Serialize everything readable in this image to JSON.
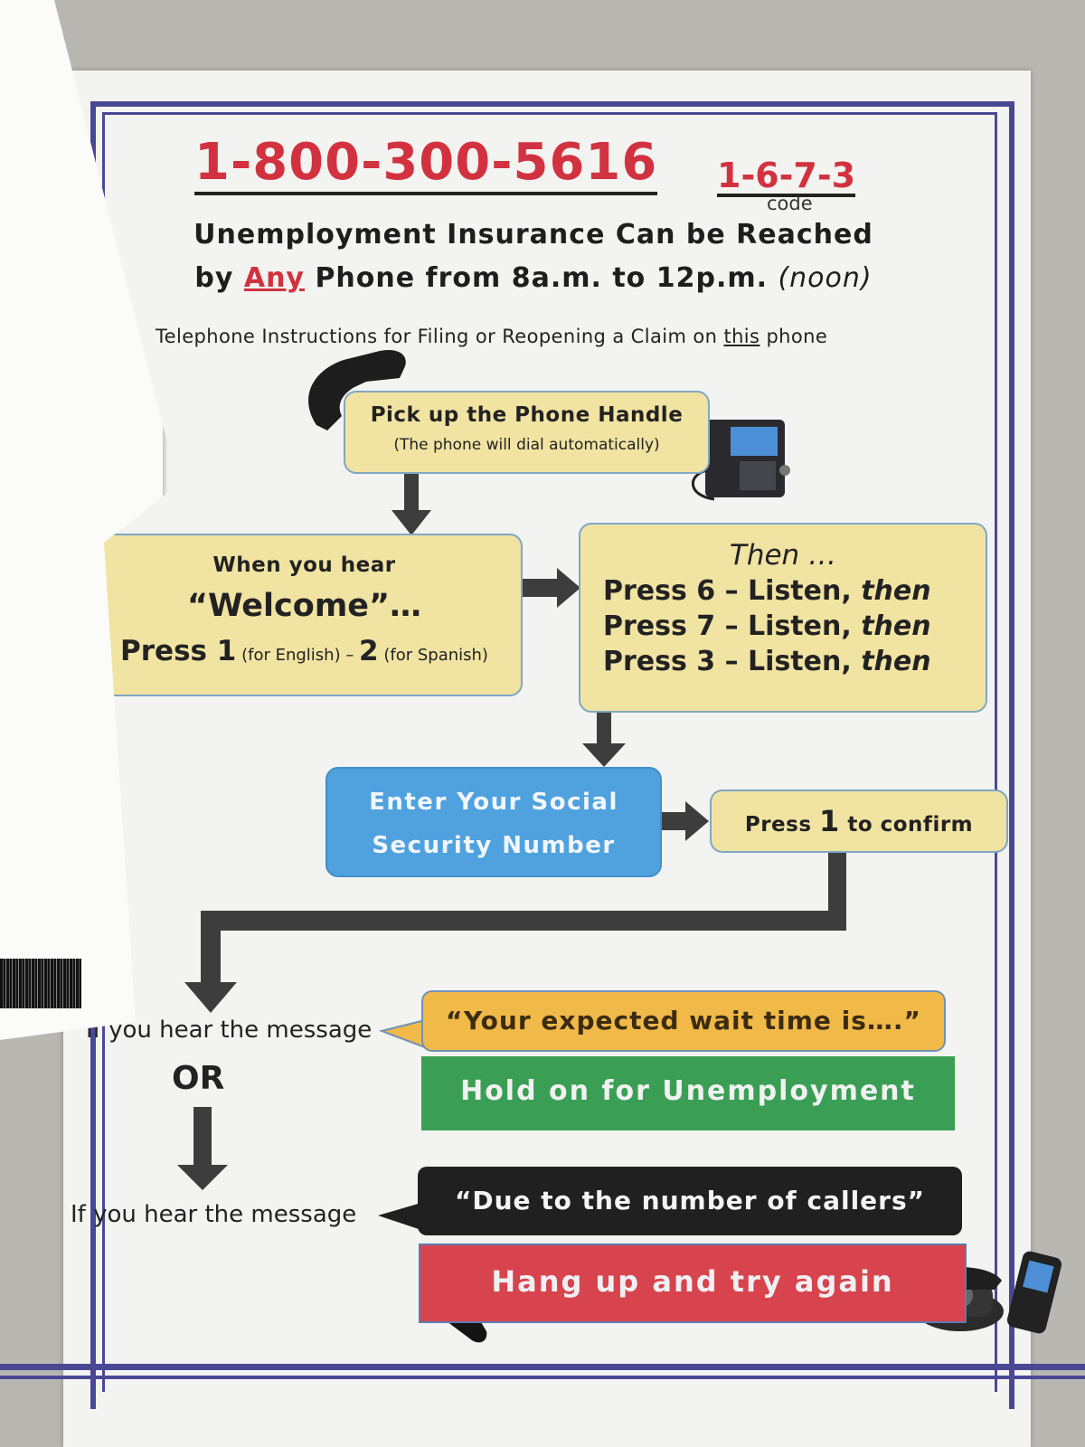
{
  "header": {
    "phone_number": "1-800-300-5616",
    "code_number": "1-6-7-3",
    "code_label": "code",
    "line1": "Unemployment Insurance Can be Reached",
    "line2_pre": "by ",
    "line2_any": "Any",
    "line2_mid": " Phone from 8a.m. to 12p.m. ",
    "line2_noon": "(noon)",
    "instructions_pre": "Telephone Instructions for Filing or Reopening a Claim on ",
    "instructions_this": "this",
    "instructions_post": " phone"
  },
  "steps": {
    "pickup_title": "Pick up the Phone Handle",
    "pickup_note": "(The phone will dial automatically)",
    "welcome_intro": "When you hear",
    "welcome_word": "“Welcome”…",
    "press_word": "Press ",
    "press_1": "1",
    "english_note": " (for English) – ",
    "press_2": "2",
    "spanish_note": " (for Spanish)",
    "then_title": "Then …",
    "press_lines": [
      {
        "label": "Press 6 –  Listen, ",
        "then": "then"
      },
      {
        "label": "Press 7 –  Listen, ",
        "then": "then"
      },
      {
        "label": "Press 3 –  Listen, ",
        "then": "then"
      }
    ],
    "ssn_line1": "Enter Your Social",
    "ssn_line2": "Security Number",
    "confirm_pre": "Press ",
    "confirm_num": "1",
    "confirm_post": " to confirm"
  },
  "outcomes": {
    "hear_message_1": "If you hear the message",
    "or_label": "OR",
    "hear_message_2": "If you hear the message",
    "wait_msg": "“Your expected wait time is….”",
    "hold_msg": "Hold on for Unemployment",
    "callers_msg": "“Due to the number of callers”",
    "hangup_msg": "Hang up and try again"
  },
  "colors": {
    "accent_red": "#d2323f",
    "border_navy": "#4a4894",
    "box_yellow": "#f1e3a2",
    "ssn_blue": "#4fa2de",
    "hold_green": "#3a9f55",
    "hangup_red": "#d7444d"
  },
  "icons": [
    "phone-handset-icon",
    "desk-phone-icon",
    "arrow-down-icon",
    "arrow-right-icon",
    "speech-pointer-icon",
    "rotary-phone-icon",
    "cell-phone-icon"
  ]
}
